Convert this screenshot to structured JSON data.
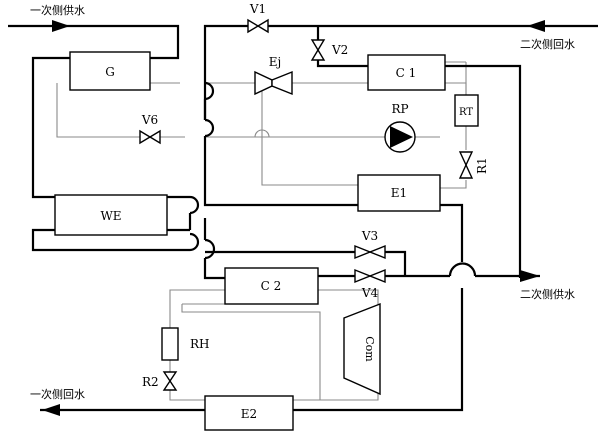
{
  "pipes": {
    "primary_supply_in": "一次侧供水",
    "secondary_return_in": "二次侧回水",
    "secondary_supply_out": "二次侧供水",
    "primary_return_out": "一次侧回水"
  },
  "components": {
    "G": "G",
    "WE": "WE",
    "C1": "C 1",
    "E1": "E1",
    "C2": "C 2",
    "E2": "E2",
    "RT": "RT",
    "RH": "RH",
    "Com": "Com",
    "Ej": "Ej",
    "RP": "RP"
  },
  "valves": {
    "V1": "V1",
    "V2": "V2",
    "V3": "V3",
    "V4": "V4",
    "V6": "V6",
    "R1": "R1",
    "R2": "R2"
  }
}
